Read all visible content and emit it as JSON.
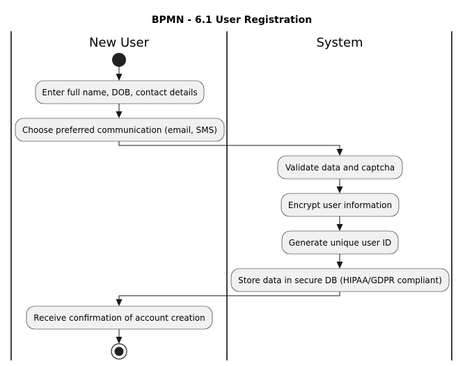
{
  "diagram": {
    "title": "BPMN - 6.1 User Registration",
    "lanes": [
      {
        "name": "New User"
      },
      {
        "name": "System"
      }
    ],
    "activities": [
      {
        "id": "a1",
        "label": "Enter full name, DOB, contact details",
        "lane": "New User"
      },
      {
        "id": "a2",
        "label": "Choose preferred communication (email, SMS)",
        "lane": "New User"
      },
      {
        "id": "a3",
        "label": "Validate data and captcha",
        "lane": "System"
      },
      {
        "id": "a4",
        "label": "Encrypt user information",
        "lane": "System"
      },
      {
        "id": "a5",
        "label": "Generate unique user ID",
        "lane": "System"
      },
      {
        "id": "a6",
        "label": "Store data in secure DB (HIPAA/GDPR compliant)",
        "lane": "System"
      },
      {
        "id": "a7",
        "label": "Receive confirmation of account creation",
        "lane": "New User"
      }
    ],
    "flows": [
      [
        "start",
        "a1"
      ],
      [
        "a1",
        "a2"
      ],
      [
        "a2",
        "a3"
      ],
      [
        "a3",
        "a4"
      ],
      [
        "a4",
        "a5"
      ],
      [
        "a5",
        "a6"
      ],
      [
        "a6",
        "a7"
      ],
      [
        "a7",
        "end"
      ]
    ]
  }
}
